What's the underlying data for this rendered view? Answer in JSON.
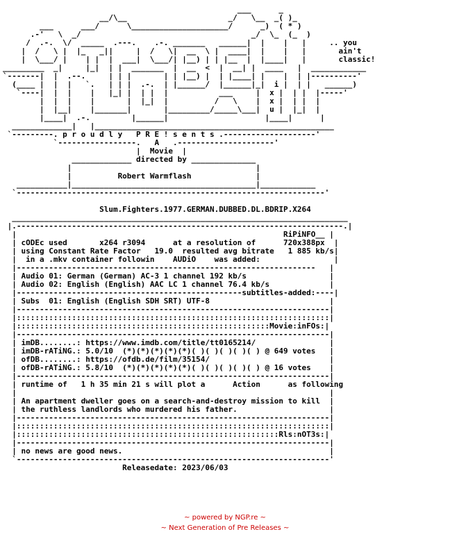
{
  "nfo": {
    "lines": [
      "                                                   ___      _      ",
      "                     __/\\__                      _/   \\__  _( )_   ",
      "        ___      ___/      \\_____________________/      _)  ( * )  ",
      "      .-'   \\  _/                                     _/  \\_  (_  )  ",
      "     /  .-.  \\/  _____  .---.    .-. _______   ______|  |    |   |     .. you",
      "    |  /   \\ |  |_   _||     |  /   \\|  __  \\ |  ____|  |    |   |       ain't",
      "    |  \\___/ |    | |  |  ___|  \\___/| |__) | | |__  |  |____|   |       classic!",
      "_________  _|     |_|  | |  _______  |  __  <  |  __| |  ____   |  ____________",
      "`-------|  |  .--.     | | |       | | |__) |  | |____| |    |  | |----------'",
      "  (____ |  |  |   `.   | | |  .-.  | |______/  |______|_|  i |  | |   ______)",
      "   `----|  |  |    |   |_| |  | |  |           ___     |  x |  | |  |-----'",
      "        |  |  |    |       |  |_|  |          /   \\    |  x |  | |  |",
      "        |  |__|    |_______|       |_________/_____\\___|  u |  |_|  |",
      "        |____|  .-.         |______|                     |____|      |",
      "  _____________|   |____________________________________________________",
      " `---------. p r o u d l y   P R E ! s e n t s .--------------------'",
      "           `-----------------.   A   .---------------------'",
      "                             |  Movie  |",
      "               _____________ directed by ______________",
      "              |                                        |",
      "              |          Robert Warmflash              |",
      "   ___________|________________________________________|____________",
      "  `-------------------------------------------------------------------'",
      "",
      "                     Slum.Fighters.1977.GERMAN.DUBBED.DL.BDRIP.X264",
      "  _________________________________________________________________________",
      " |.-----------------------------------------------------------------------.|",
      "  |                                                          RiPiNFO__ |",
      "  | cODEc used       x264 r3094      at a resolution of      720x388px  |",
      "  | using Constant Rate Factor   19.0  resulted avg bitrate   1 885 kb/s|",
      "  |  in a .mkv container followin    AUDiO    was added:                |",
      "  |-----------------------------------------------------------------   |",
      "  | Audio 01: German (German) AC-3 1 channel 192 kb/s                  |",
      "  | Audio 02: English (English) AAC LC 1 channel 76.4 kb/s             |",
      "  |-------------------------------------------------subtitles-added:----|",
      "  | Subs  01: English (English SDH SRT) UTF-8                          |",
      "  |--------------------------------------------------------------------|",
      "  |::::::::::::::::::::::::::::::::::::::::::::::::::::::::::::::::::::|",
      "  |:::::::::::::::::::::::::::::::::::::::::::::::::::::::Movie:inFOs:|",
      "  |--------------------------------------------------------------------|",
      "  | imDB........: https://www.imdb.com/title/tt0165214/                |",
      "  | imDB-rATiNG.: 5.0/10  (*)(*)(*)(*)(*)( )( )( )( )( ) @ 649 votes   |",
      "  | ofDB........: https://ofdb.de/film/35154/                          |",
      "  | ofDB-rATiNG.: 5.8/10  (*)(*)(*)(*)(*)( )( )( )( )( ) @ 16 votes    |",
      "  |--------------------------------------------------------------------|",
      "  | runtime of   1 h 35 min 21 s will plot a      Action      as following",
      "  |                                                                    |",
      "  | An apartment dweller goes on a search-and-destroy mission to kill  |",
      "  | the ruthless landlords who murdered his father.                    |",
      "  |--------------------------------------------------------------------|",
      "  |::::::::::::::::::::::::::::::::::::::::::::::::::::::::::::::::::::|",
      "  |:::::::::::::::::::::::::::::::::::::::::::::::::::::::::Rls:nOT3s:|",
      "  |--------------------------------------------------------------------|",
      "  | no news are good news.                                             |",
      "  `--------------------------------------------------------------------'",
      "                          Releasedate: 2023/06/03"
    ]
  },
  "footer": {
    "line1": "~ powered by NGP.re ~",
    "line2": "~ Next Generation of Pre Releases ~"
  },
  "colors": {
    "background": "#ffffff",
    "text": "#000000",
    "footer": "#cc0000"
  }
}
